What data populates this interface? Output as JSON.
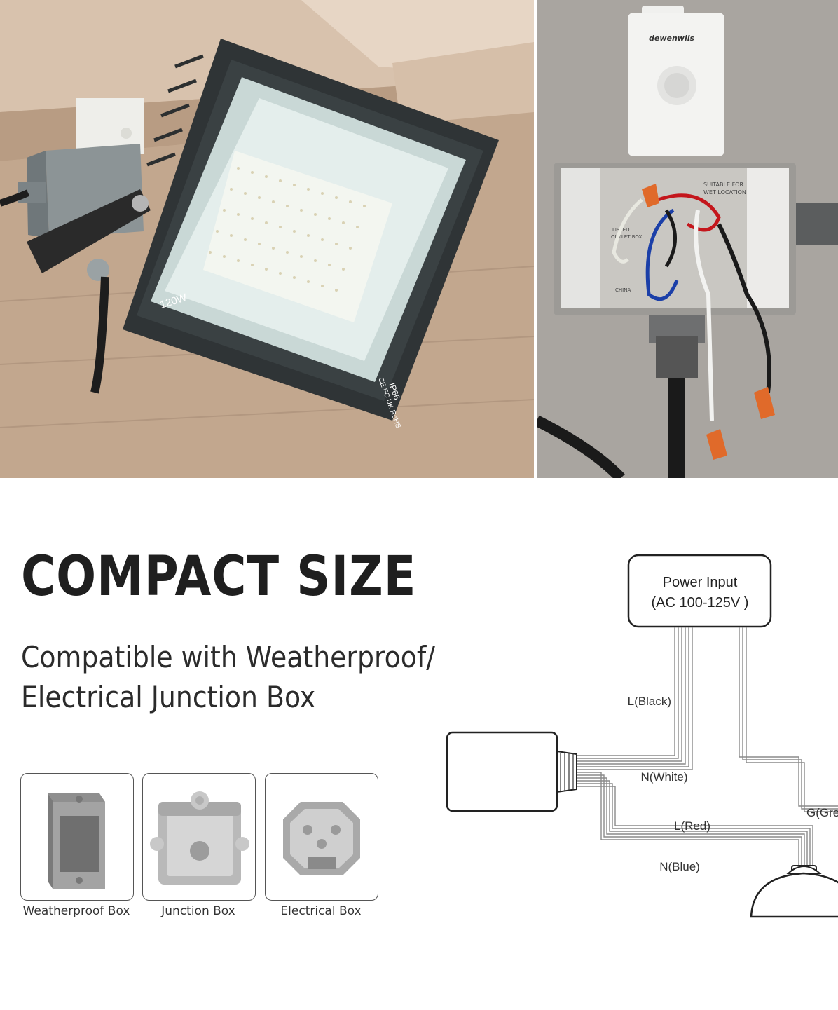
{
  "floodlight_photo": {
    "wattage_label": "120W",
    "rating_label": "IP66",
    "cert_label": "CE FC UK RoHS"
  },
  "sensor_photo": {
    "brand_label": "dewenwils",
    "box_text_1": "SUITABLE FOR",
    "box_text_2": "WET LOCATION",
    "listed_text": "LISTED",
    "outlet_text": "OUTLET BOX",
    "origin_text": "CHINA"
  },
  "headline": "COMPACT SIZE",
  "subheadline_line1": "Compatible with Weatherproof/",
  "subheadline_line2": "Electrical Junction Box",
  "box_types": [
    {
      "label": "Weatherproof Box",
      "icon": "weatherproof-box-icon"
    },
    {
      "label": "Junction Box",
      "icon": "junction-box-icon"
    },
    {
      "label": "Electrical Box",
      "icon": "electrical-box-icon"
    }
  ],
  "wiring_diagram": {
    "power_input_line1": "Power Input",
    "power_input_line2": "(AC 100-125V )",
    "wire_labels": {
      "line_black": "L(Black)",
      "neutral_white": "N(White)",
      "line_red": "L(Red)",
      "neutral_blue": "N(Blue)",
      "ground_green": "G(Green)"
    }
  },
  "colors": {
    "headline": "#1f1f1f",
    "wire": "#8a8a8a",
    "card_border": "#555555",
    "box_gray": "#9a9a9a"
  }
}
